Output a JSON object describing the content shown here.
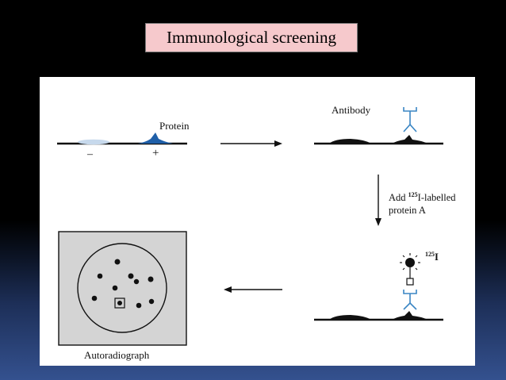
{
  "slide": {
    "title": "Immunological screening"
  },
  "diagram": {
    "protein_label": "Protein",
    "minus_sign": "–",
    "plus_sign": "+",
    "antibody_label": "Antibody",
    "step_add_prefix": "Add ",
    "step_isotope_mass": "125",
    "step_add_rest": "I-labelled",
    "step_add_line2": "protein A",
    "isotope_mass": "125",
    "isotope_symbol": "I",
    "autoradiograph_label": "Autoradiograph"
  },
  "colors": {
    "protein_blot": "#1f5fa8",
    "negative_blot": "#c7d9ec",
    "antibody": "#3a86c4",
    "autoradiograph_bg": "#d4d4d4",
    "title_box_bg": "#f6c9cc"
  }
}
